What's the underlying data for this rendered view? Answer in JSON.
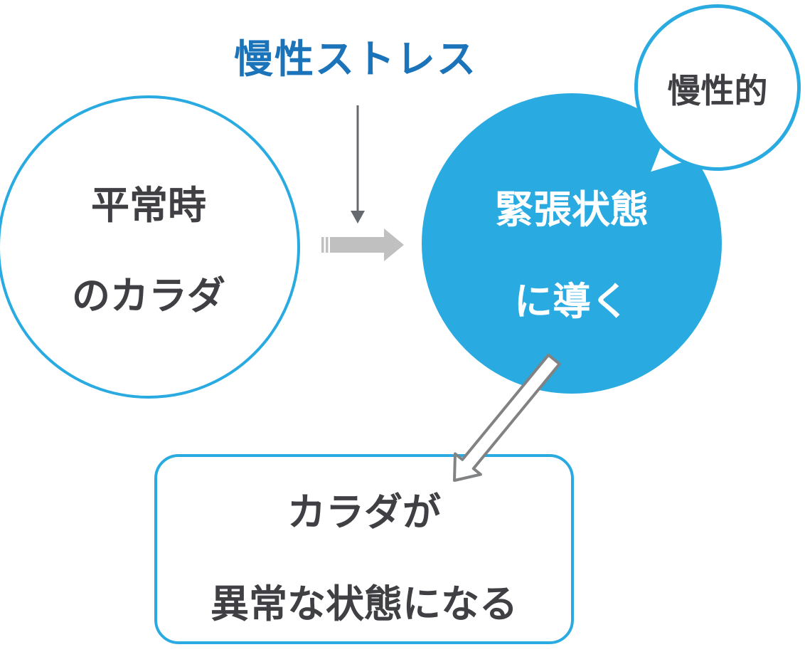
{
  "title": "慢性ストレス",
  "nodes": {
    "normal_body": {
      "line1": "平常時",
      "line2": "のカラダ"
    },
    "tension": {
      "line1": "緊張状態",
      "line2": "に導く"
    },
    "bubble": {
      "label": "慢性的"
    },
    "result": {
      "line1": "カラダが",
      "line2": "異常な状態になる"
    }
  },
  "icons": {
    "down_arrow": "thin downward arrow from title to flow",
    "right_arrow": "thick gray arrow from normal body to tension state",
    "diagonal_arrow": "outlined arrow from tension state to result box",
    "speech_bubble_tail": "tail of chronic speech bubble"
  },
  "colors": {
    "accent": "#29ABE2",
    "title_blue": "#1B74B9",
    "text_gray": "#404044",
    "arrow_light_gray": "#C0C0C0",
    "arrow_dark_gray": "#66696E",
    "arrow_outline_gray": "#808284",
    "white": "#FFFFFF"
  }
}
